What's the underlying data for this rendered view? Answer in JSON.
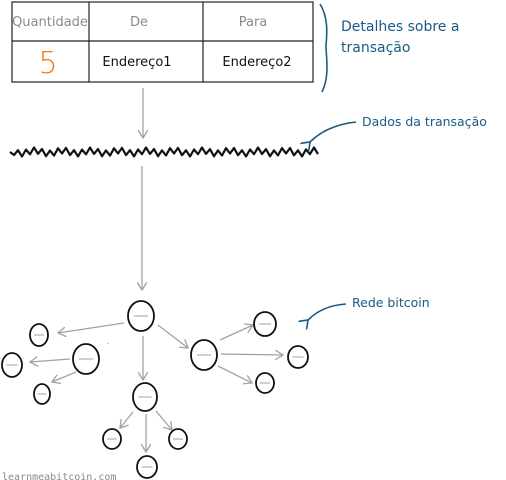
{
  "table": {
    "headers": [
      "Quantidade",
      "De",
      "Para"
    ],
    "amount": "5",
    "from": "Endereço1",
    "to": "Endereço2"
  },
  "annotations": {
    "details_line1": "Detalhes sobre a",
    "details_line2": "transação",
    "data": "Dados da transação",
    "network": "Rede bitcoin"
  },
  "watermark": "learnmeabitcoin.com",
  "colors": {
    "accent_blue": "#1a5b86",
    "amount_orange": "#f07a1a",
    "arrow_gray": "#9aa3ab",
    "ink": "#111111"
  }
}
